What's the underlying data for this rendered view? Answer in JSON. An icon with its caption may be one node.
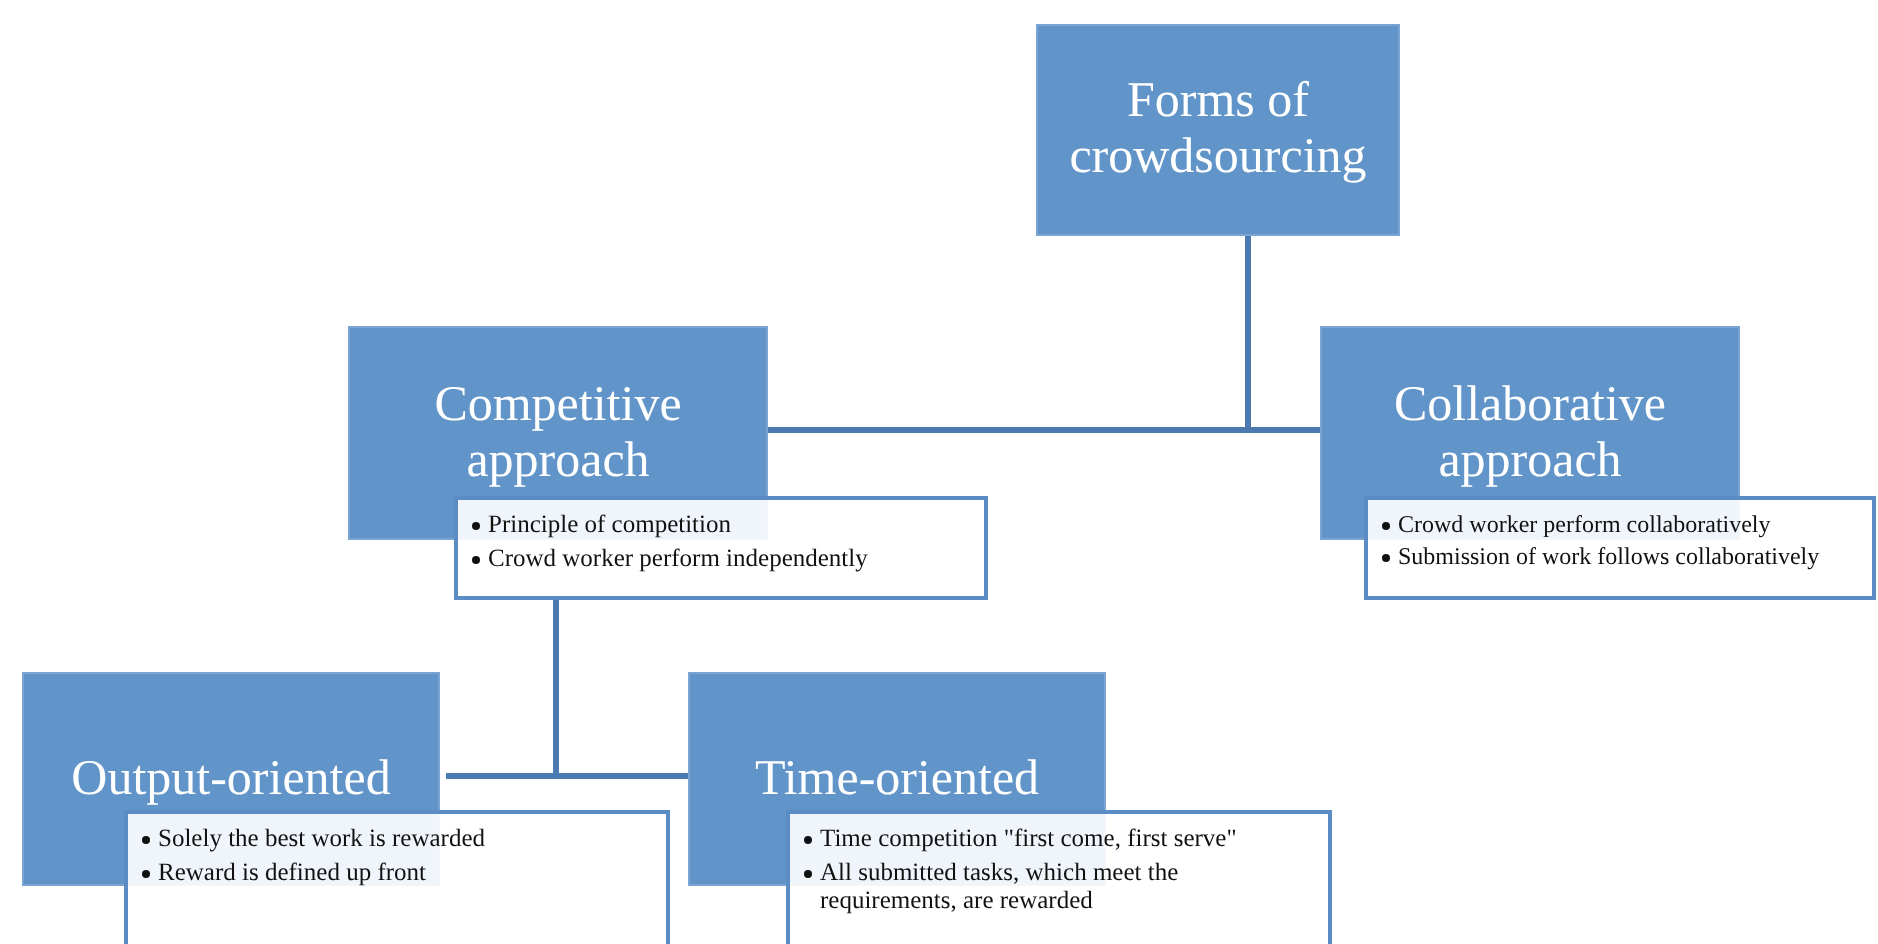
{
  "diagram": {
    "nodes": [
      {
        "text": [
          "Forms of crowdsourcing"
        ]
      },
      {
        "text": [
          "Competitive approach"
        ]
      },
      {
        "text": [
          "Principle of competition",
          "Crowd worker perform independently"
        ]
      },
      {
        "text": [
          "Collaborative approach"
        ]
      },
      {
        "text": [
          "Crowd worker perform collaboratively",
          "Submission of work follows collaboratively"
        ]
      },
      {
        "text": [
          "Output-oriented"
        ]
      },
      {
        "text": [
          "Solely the best work is rewarded",
          "Reward is defined up front"
        ]
      },
      {
        "text": [
          "Time-oriented"
        ]
      },
      {
        "text": [
          "Time competition \"first come, first serve\"",
          "All submitted tasks, which meet the requirements, are rewarded"
        ]
      }
    ],
    "edges": [
      {
        "from": 0,
        "to": 1,
        "arrow": "none"
      },
      {
        "from": 0,
        "to": 3,
        "arrow": "none"
      },
      {
        "from": 2,
        "to": 5,
        "arrow": "none"
      },
      {
        "from": 2,
        "to": 7,
        "arrow": "none"
      }
    ]
  }
}
